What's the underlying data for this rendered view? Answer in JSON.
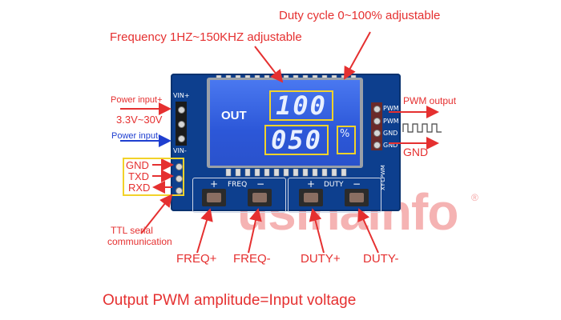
{
  "annotations": {
    "duty_cycle": "Duty cycle 0~100% adjustable",
    "frequency": "Frequency 1HZ~150KHZ adjustable",
    "power_input_plus": "Power input+",
    "voltage_range": "3.3V~30V",
    "power_input_minus": "Power input-",
    "pwm_output": "PWM output",
    "gnd_right": "GND",
    "gnd_left": "GND",
    "txd": "TXD",
    "rxd": "RXD",
    "ttl_serial": "TTL serial",
    "communication": "communication",
    "freq_plus": "FREQ+",
    "freq_minus": "FREQ-",
    "duty_plus": "DUTY+",
    "duty_minus": "DUTY-",
    "footer": "Output PWM amplitude=Input voltage"
  },
  "board": {
    "display_mode": "OUT",
    "display_value_top": "100",
    "display_value_bottom": "050",
    "display_unit": "%",
    "silk_vin_plus": "VIN+",
    "silk_vin_minus": "VIN-",
    "silk_pwm_1": "PWM",
    "silk_pwm_2": "PWM",
    "silk_gnd_1": "GND",
    "silk_gnd_2": "GND",
    "silk_freq": "FREQ",
    "silk_duty": "DUTY",
    "silk_plus_1": "+",
    "silk_minus_1": "−",
    "silk_plus_2": "+",
    "silk_minus_2": "−",
    "silk_model": "XY-LPWM"
  },
  "watermark": {
    "text": "usinainfo",
    "mark": "®"
  },
  "colors": {
    "annotation": "#e53030",
    "board": "#0d3f8e",
    "lcd": "#3464e0",
    "segment_box": "#f2d22a",
    "arrow_blue": "#1f3fd0",
    "watermark": "#f2a0a0"
  }
}
